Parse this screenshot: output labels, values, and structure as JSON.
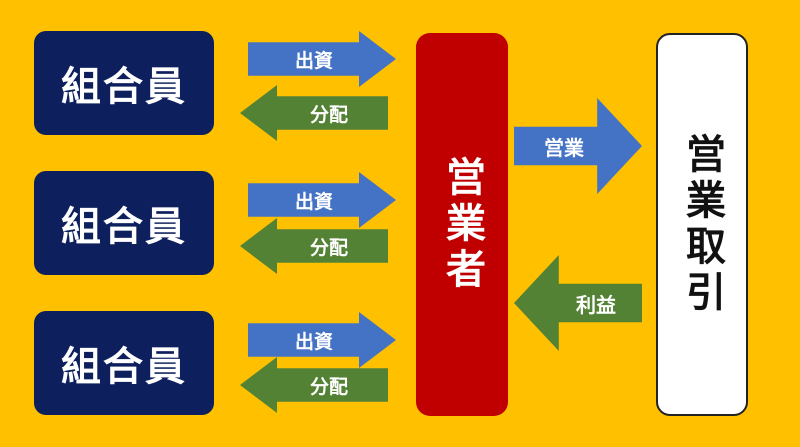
{
  "members": [
    {
      "label": "組合員",
      "invest_label": "出資",
      "distribute_label": "分配"
    },
    {
      "label": "組合員",
      "invest_label": "出資",
      "distribute_label": "分配"
    },
    {
      "label": "組合員",
      "invest_label": "出資",
      "distribute_label": "分配"
    }
  ],
  "operator": {
    "label": "営業者"
  },
  "business": {
    "label": "営業取引"
  },
  "flows": {
    "business_label": "営業",
    "profit_label": "利益"
  },
  "colors": {
    "background": "#FFC000",
    "member_box": "#0D1F5C",
    "invest_arrow": "#4472C4",
    "distribute_arrow": "#548235",
    "operator_box": "#C00000",
    "business_box": "#FFFFFF"
  }
}
